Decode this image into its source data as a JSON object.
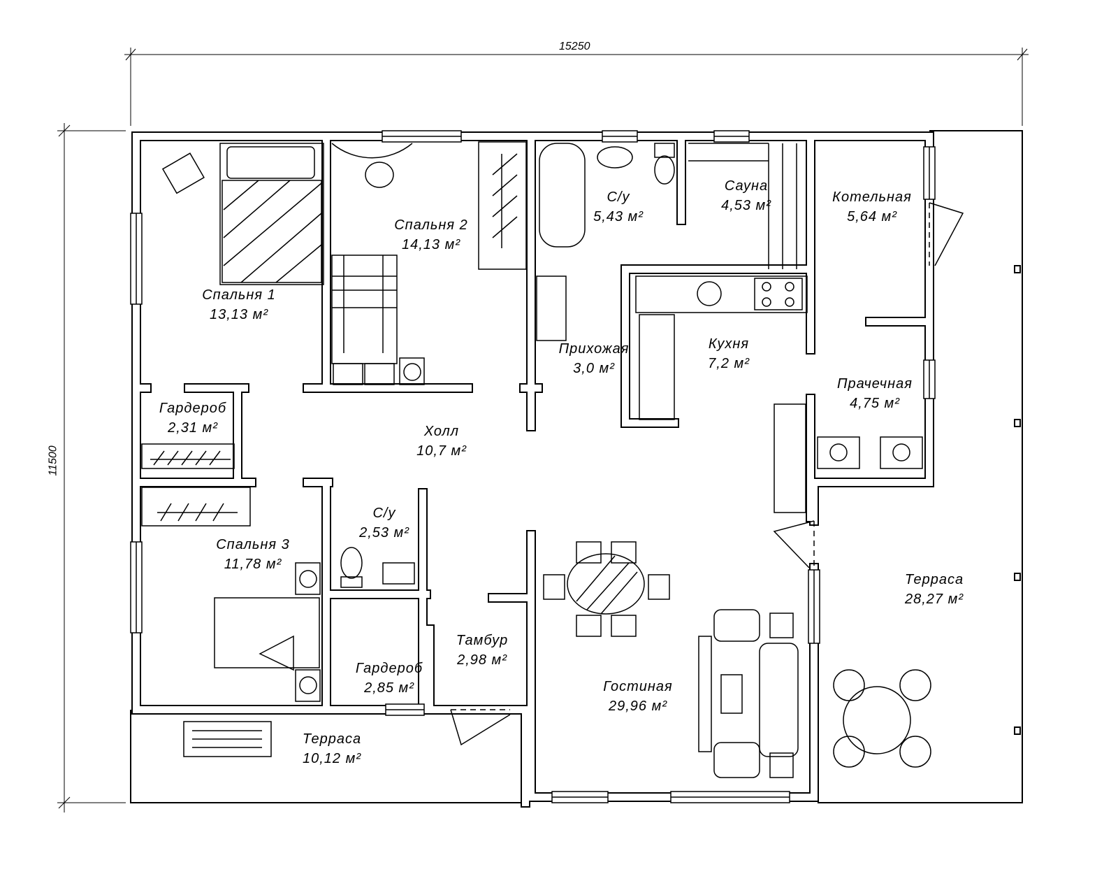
{
  "dimensions": {
    "width": "15250",
    "height": "11500"
  },
  "rooms": [
    {
      "name": "Спальня  1",
      "area": "13,13 м²"
    },
    {
      "name": "Спальня  2",
      "area": "14,13 м²"
    },
    {
      "name": "С/у",
      "area": "5,43 м²"
    },
    {
      "name": "Сауна",
      "area": "4,53 м²"
    },
    {
      "name": "Котельная",
      "area": "5,64 м²"
    },
    {
      "name": "Прихожая",
      "area": "3,0 м²"
    },
    {
      "name": "Кухня",
      "area": "7,2 м²"
    },
    {
      "name": "Прачечная",
      "area": "4,75 м²"
    },
    {
      "name": "Гардероб",
      "area": "2,31 м²"
    },
    {
      "name": "Холл",
      "area": "10,7 м²"
    },
    {
      "name": "Спальня  3",
      "area": "11,78 м²"
    },
    {
      "name": "С/у",
      "area": "2,53 м²"
    },
    {
      "name": "Терраса",
      "area": "28,27 м²"
    },
    {
      "name": "Тамбур",
      "area": "2,98 м²"
    },
    {
      "name": "Гардероб",
      "area": "2,85 м²"
    },
    {
      "name": "Гостиная",
      "area": "29,96 м²"
    },
    {
      "name": "Терраса",
      "area": "10,12 м²"
    }
  ]
}
